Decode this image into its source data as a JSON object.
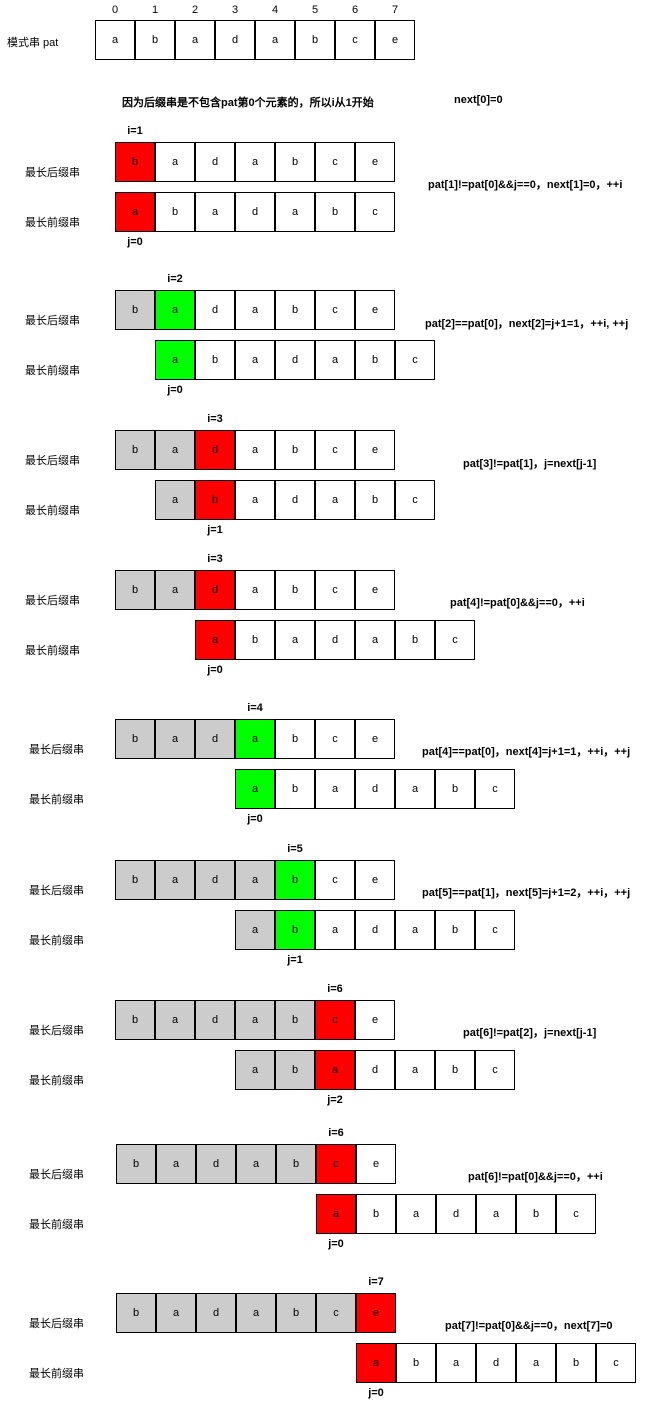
{
  "colors": {
    "red": "#ff0000",
    "green": "#00ff00",
    "gray": "#cccccc",
    "white": "#ffffff",
    "border": "#000000"
  },
  "header": {
    "indices": [
      "0",
      "1",
      "2",
      "3",
      "4",
      "5",
      "6",
      "7"
    ],
    "pattern_label": "模式串 pat",
    "pattern": [
      "a",
      "b",
      "a",
      "d",
      "a",
      "b",
      "c",
      "e"
    ],
    "intro": "因为后缀串是不包含pat第0个元素的，所以i从1开始",
    "next0": "next[0]=0"
  },
  "suffix_label": "最长后缀串",
  "prefix_label": "最长前缀串",
  "steps": [
    {
      "i_label": "i=1",
      "j_label": "j=0",
      "note": "pat[1]!=pat[0]&&j==0，next[1]=0，++i",
      "suffix": [
        [
          "b",
          "red"
        ],
        [
          "a",
          ""
        ],
        [
          "d",
          ""
        ],
        [
          "a",
          ""
        ],
        [
          "b",
          ""
        ],
        [
          "c",
          ""
        ],
        [
          "e",
          ""
        ]
      ],
      "prefix": [
        [
          "a",
          "red"
        ],
        [
          "b",
          ""
        ],
        [
          "a",
          ""
        ],
        [
          "d",
          ""
        ],
        [
          "a",
          ""
        ],
        [
          "b",
          ""
        ],
        [
          "c",
          ""
        ]
      ]
    },
    {
      "i_label": "i=2",
      "j_label": "j=0",
      "note": "pat[2]==pat[0]，next[2]=j+1=1，++i, ++j",
      "suffix": [
        [
          "b",
          "gray"
        ],
        [
          "a",
          "green"
        ],
        [
          "d",
          ""
        ],
        [
          "a",
          ""
        ],
        [
          "b",
          ""
        ],
        [
          "c",
          ""
        ],
        [
          "e",
          ""
        ]
      ],
      "prefix": [
        [
          "a",
          "green"
        ],
        [
          "b",
          ""
        ],
        [
          "a",
          ""
        ],
        [
          "d",
          ""
        ],
        [
          "a",
          ""
        ],
        [
          "b",
          ""
        ],
        [
          "c",
          ""
        ]
      ]
    },
    {
      "i_label": "i=3",
      "j_label": "j=1",
      "note": "pat[3]!=pat[1]，j=next[j-1]",
      "suffix": [
        [
          "b",
          "gray"
        ],
        [
          "a",
          "gray"
        ],
        [
          "d",
          "red"
        ],
        [
          "a",
          ""
        ],
        [
          "b",
          ""
        ],
        [
          "c",
          ""
        ],
        [
          "e",
          ""
        ]
      ],
      "prefix": [
        [
          "a",
          "gray"
        ],
        [
          "b",
          "red"
        ],
        [
          "a",
          ""
        ],
        [
          "d",
          ""
        ],
        [
          "a",
          ""
        ],
        [
          "b",
          ""
        ],
        [
          "c",
          ""
        ]
      ]
    },
    {
      "i_label": "i=3",
      "j_label": "j=0",
      "note": "pat[4]!=pat[0]&&j==0，++i",
      "suffix": [
        [
          "b",
          "gray"
        ],
        [
          "a",
          "gray"
        ],
        [
          "d",
          "red"
        ],
        [
          "a",
          ""
        ],
        [
          "b",
          ""
        ],
        [
          "c",
          ""
        ],
        [
          "e",
          ""
        ]
      ],
      "prefix": [
        [
          "a",
          "red"
        ],
        [
          "b",
          ""
        ],
        [
          "a",
          ""
        ],
        [
          "d",
          ""
        ],
        [
          "a",
          ""
        ],
        [
          "b",
          ""
        ],
        [
          "c",
          ""
        ]
      ]
    },
    {
      "i_label": "i=4",
      "j_label": "j=0",
      "note": "pat[4]==pat[0]，next[4]=j+1=1，++i，++j",
      "suffix": [
        [
          "b",
          "gray"
        ],
        [
          "a",
          "gray"
        ],
        [
          "d",
          "gray"
        ],
        [
          "a",
          "green"
        ],
        [
          "b",
          ""
        ],
        [
          "c",
          ""
        ],
        [
          "e",
          ""
        ]
      ],
      "prefix": [
        [
          "a",
          "green"
        ],
        [
          "b",
          ""
        ],
        [
          "a",
          ""
        ],
        [
          "d",
          ""
        ],
        [
          "a",
          ""
        ],
        [
          "b",
          ""
        ],
        [
          "c",
          ""
        ]
      ]
    },
    {
      "i_label": "i=5",
      "j_label": "j=1",
      "note": "pat[5]==pat[1]，next[5]=j+1=2，++i，++j",
      "suffix": [
        [
          "b",
          "gray"
        ],
        [
          "a",
          "gray"
        ],
        [
          "d",
          "gray"
        ],
        [
          "a",
          "gray"
        ],
        [
          "b",
          "green"
        ],
        [
          "c",
          ""
        ],
        [
          "e",
          ""
        ]
      ],
      "prefix": [
        [
          "a",
          "gray"
        ],
        [
          "b",
          "green"
        ],
        [
          "a",
          ""
        ],
        [
          "d",
          ""
        ],
        [
          "a",
          ""
        ],
        [
          "b",
          ""
        ],
        [
          "c",
          ""
        ]
      ]
    },
    {
      "i_label": "i=6",
      "j_label": "j=2",
      "note": "pat[6]!=pat[2]，j=next[j-1]",
      "suffix": [
        [
          "b",
          "gray"
        ],
        [
          "a",
          "gray"
        ],
        [
          "d",
          "gray"
        ],
        [
          "a",
          "gray"
        ],
        [
          "b",
          "gray"
        ],
        [
          "c",
          "red"
        ],
        [
          "e",
          ""
        ]
      ],
      "prefix": [
        [
          "a",
          "gray"
        ],
        [
          "b",
          "gray"
        ],
        [
          "a",
          "red"
        ],
        [
          "d",
          ""
        ],
        [
          "a",
          ""
        ],
        [
          "b",
          ""
        ],
        [
          "c",
          ""
        ]
      ]
    },
    {
      "i_label": "i=6",
      "j_label": "j=0",
      "note": "pat[6]!=pat[0]&&j==0，++i",
      "suffix": [
        [
          "b",
          "gray"
        ],
        [
          "a",
          "gray"
        ],
        [
          "d",
          "gray"
        ],
        [
          "a",
          "gray"
        ],
        [
          "b",
          "gray"
        ],
        [
          "c",
          "red"
        ],
        [
          "e",
          ""
        ]
      ],
      "prefix": [
        [
          "a",
          "red"
        ],
        [
          "b",
          ""
        ],
        [
          "a",
          ""
        ],
        [
          "d",
          ""
        ],
        [
          "a",
          ""
        ],
        [
          "b",
          ""
        ],
        [
          "c",
          ""
        ]
      ]
    },
    {
      "i_label": "i=7",
      "j_label": "j=0",
      "note": "pat[7]!=pat[0]&&j==0，next[7]=0",
      "suffix": [
        [
          "b",
          "gray"
        ],
        [
          "a",
          "gray"
        ],
        [
          "d",
          "gray"
        ],
        [
          "a",
          "gray"
        ],
        [
          "b",
          "gray"
        ],
        [
          "c",
          "gray"
        ],
        [
          "e",
          "red"
        ]
      ],
      "prefix": [
        [
          "a",
          "red"
        ],
        [
          "b",
          ""
        ],
        [
          "a",
          ""
        ],
        [
          "d",
          ""
        ],
        [
          "a",
          ""
        ],
        [
          "b",
          ""
        ],
        [
          "c",
          ""
        ]
      ]
    }
  ]
}
